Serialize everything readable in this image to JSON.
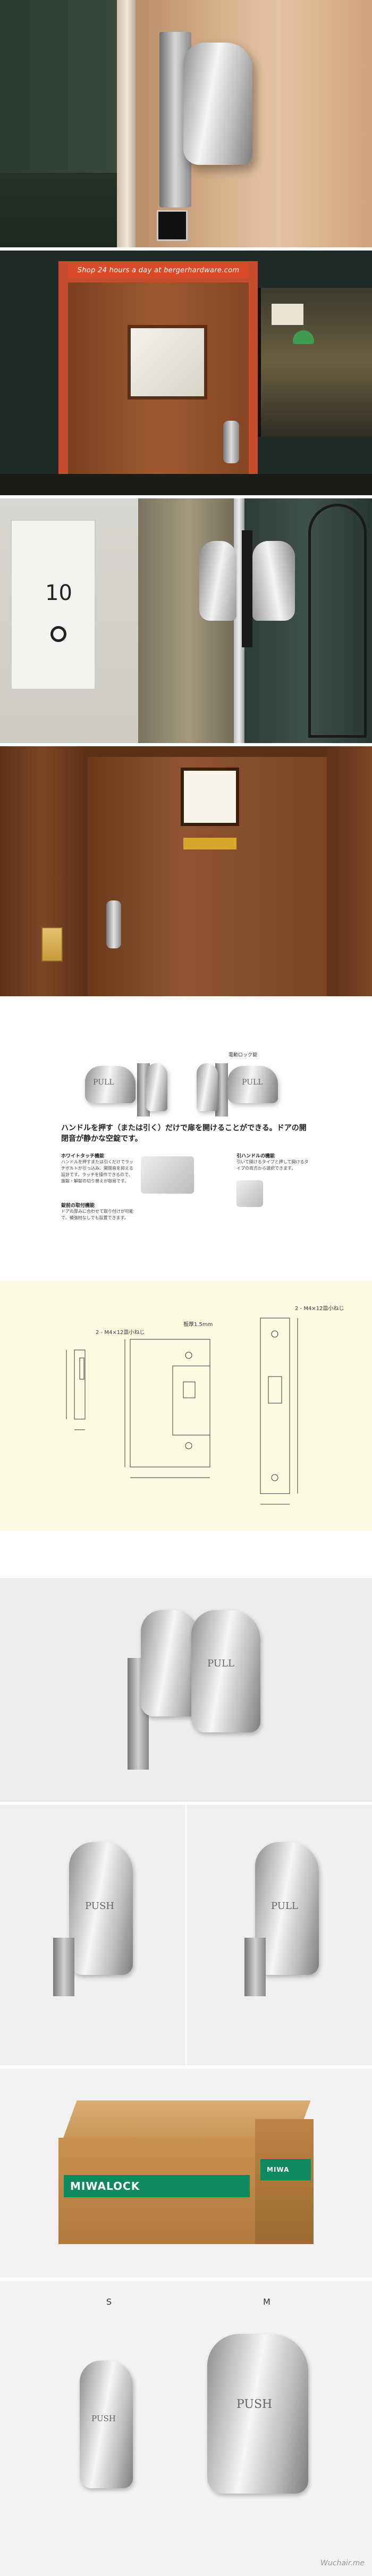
{
  "banner": {
    "text": "Shop 24 hours a day at bergerhardware.com"
  },
  "door_tag": "",
  "section3": {
    "room_number": "10"
  },
  "product_sheet": {
    "model_header": "電動ロック錠",
    "handle_label_left": "PULL",
    "handle_label_right": "PULL",
    "headline": "ハンドルを押す（または引く）だけで扉を開けることができる。ドアの開閉音が静かな空錠です。",
    "feature1_title": "ホワイトタッチ機能",
    "feature1_text": "ハンドルを押すまたは引くだけでラッチボルトが引っ込み、開閉音を抑える設計です。ラッチを操作できるので、施錠・解錠の切り替えが容易です。",
    "feature2_title": "引ハンドルの機能",
    "feature2_text": "引いて開けるタイプと押して開けるタイプの両方から選択できます。",
    "feature3_title": "錠前の取付機能",
    "feature3_text": "ドアの厚みに合わせて取り付けが可能で、補強材なしでも設置できます。"
  },
  "drawing": {
    "label_screws": "2 - M4×12皿小ねじ",
    "label_thickness": "板厚1.5mm",
    "label_screws_right": "2 - M4×12皿小ねじ"
  },
  "product_photos": {
    "push_label": "PUSH",
    "pull_label": "PULL"
  },
  "box": {
    "brand": "MIWALOCK",
    "brand_small": "MIWA"
  },
  "sizes": {
    "small": "S",
    "medium": "M",
    "push_small": "PUSH",
    "push_medium": "PUSH"
  },
  "watermark": "Wuchair.me"
}
